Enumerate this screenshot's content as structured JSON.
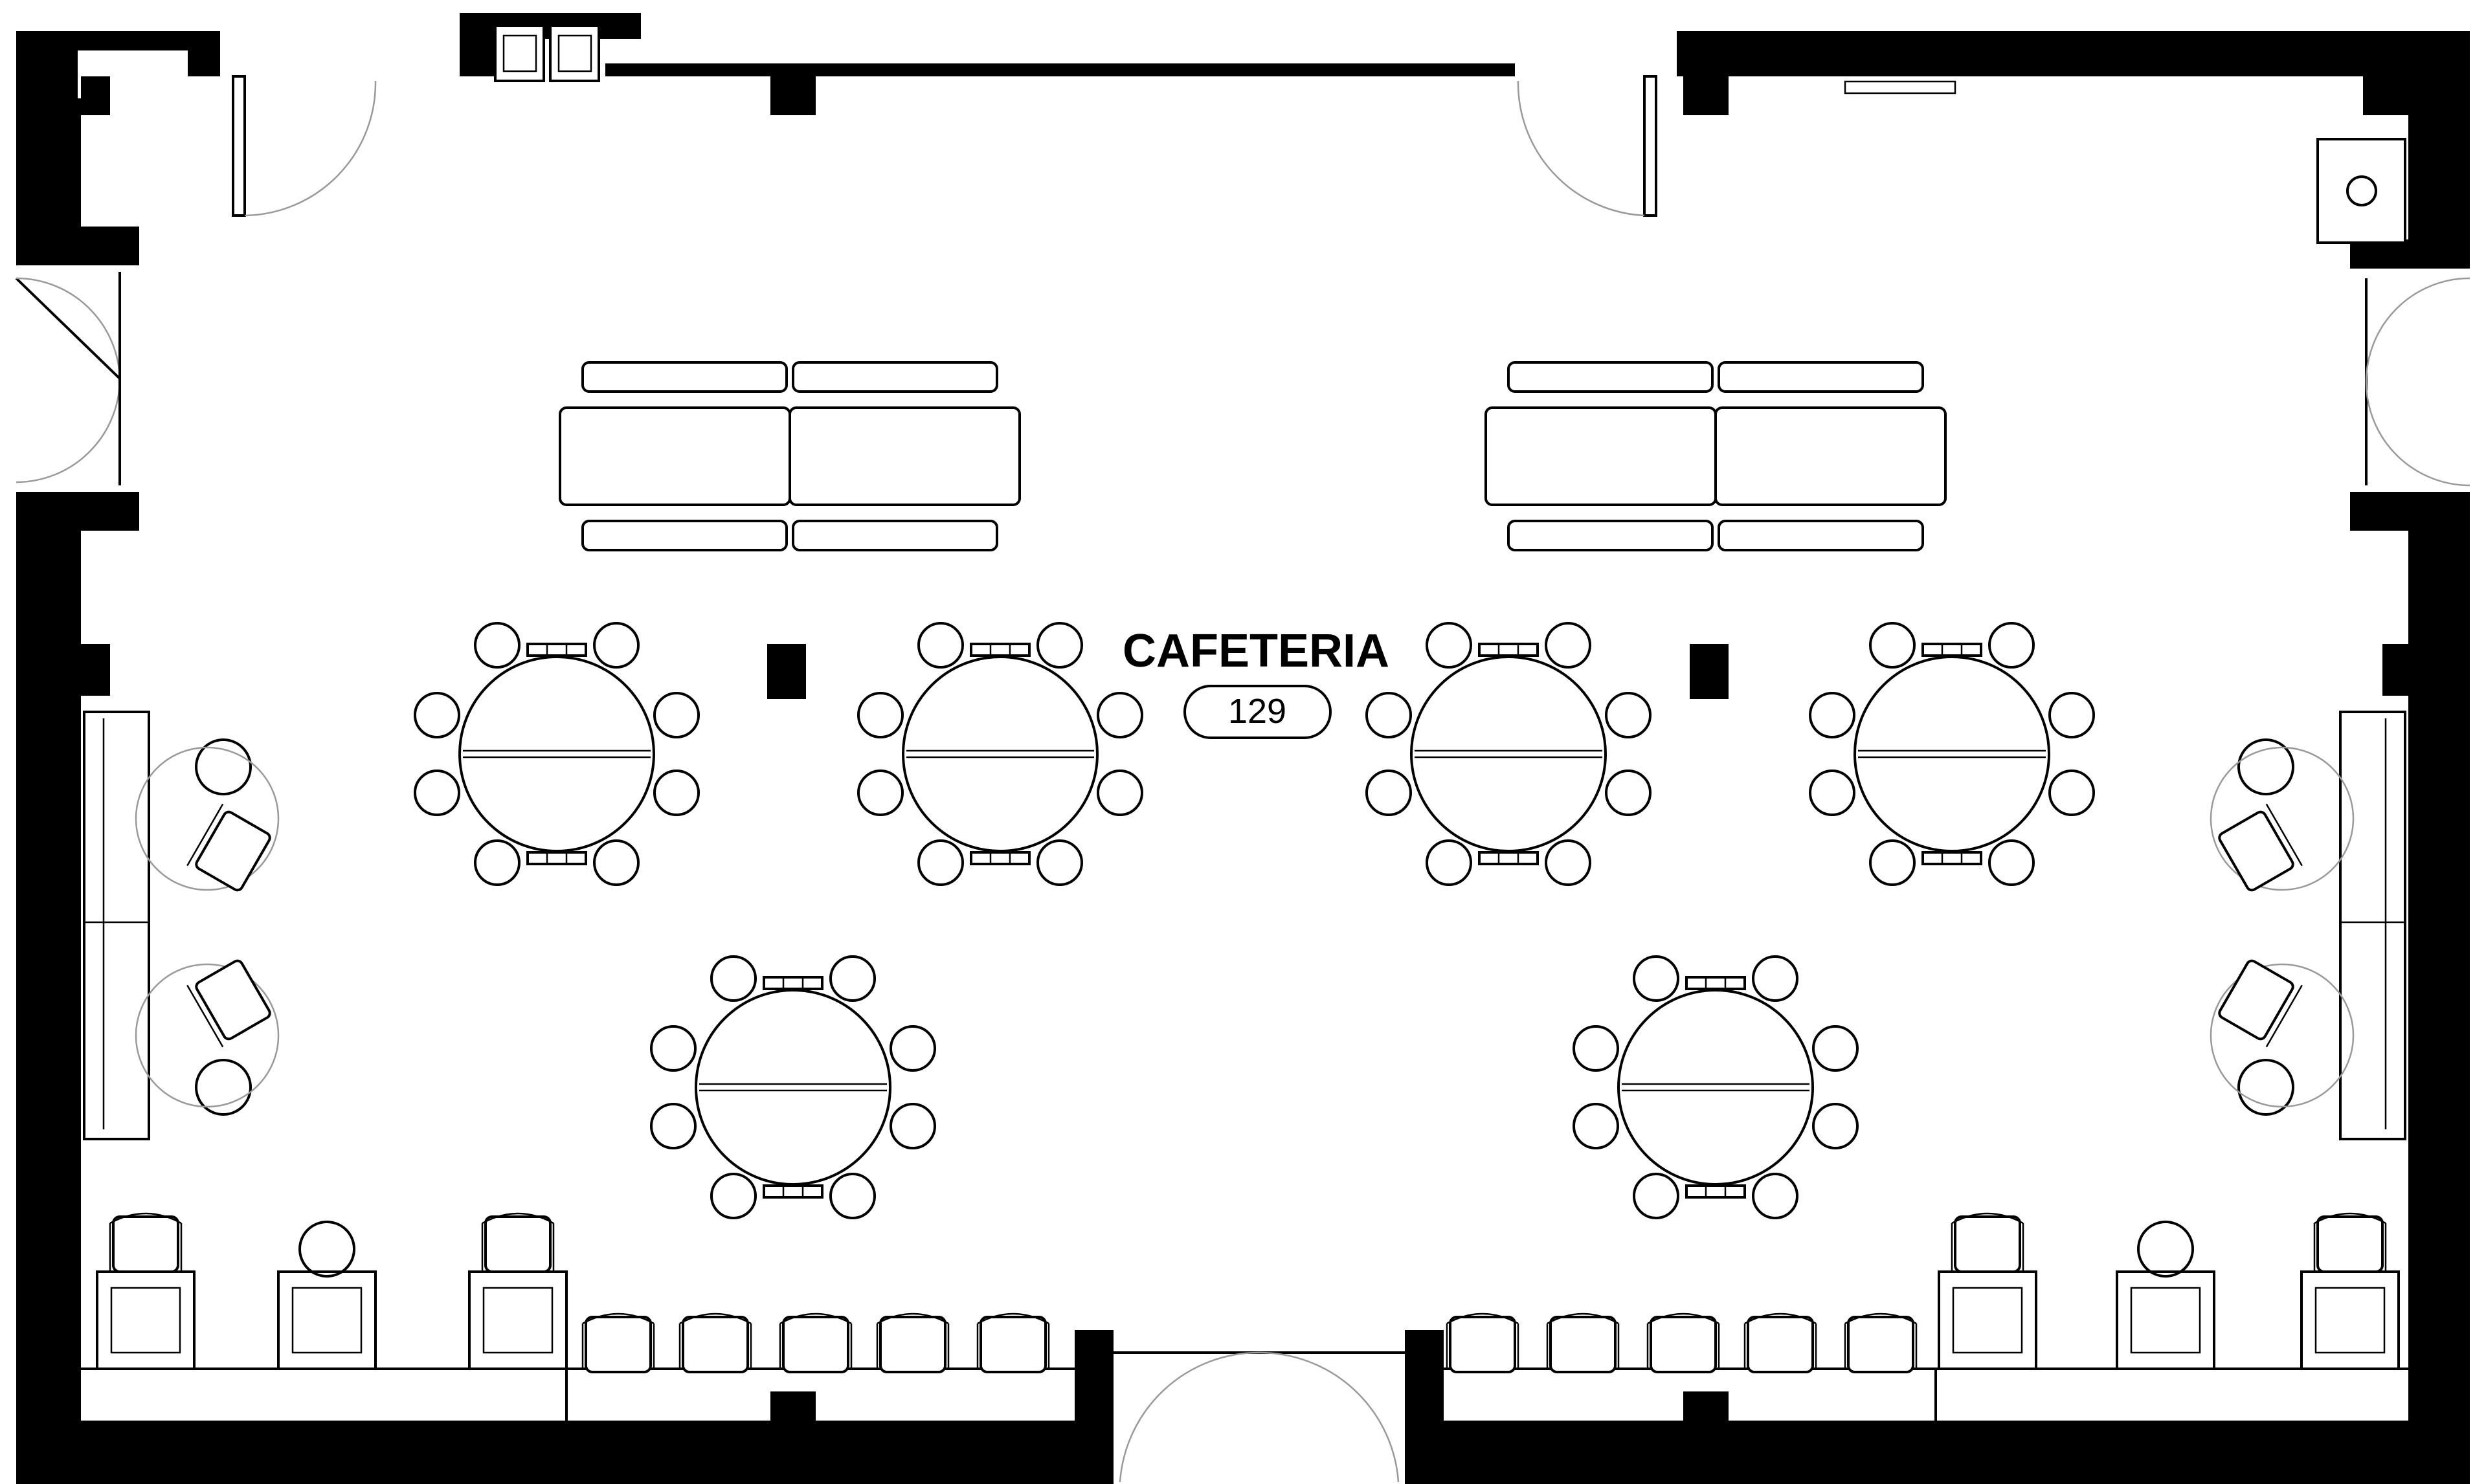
{
  "room": {
    "name": "CAFETERIA",
    "number": "129"
  },
  "palette": {
    "wall": "#000000",
    "line": "#000000",
    "door_swing": "#9a9a9a",
    "background": "#ffffff"
  },
  "furniture": {
    "round_tables_with_chairs": 6,
    "chairs_per_round_table": 8,
    "lounge_sofas": 2,
    "lounge_chairs": 4,
    "banquette_tables": 2,
    "counter_chairs": 10,
    "counter_stools": 4
  }
}
